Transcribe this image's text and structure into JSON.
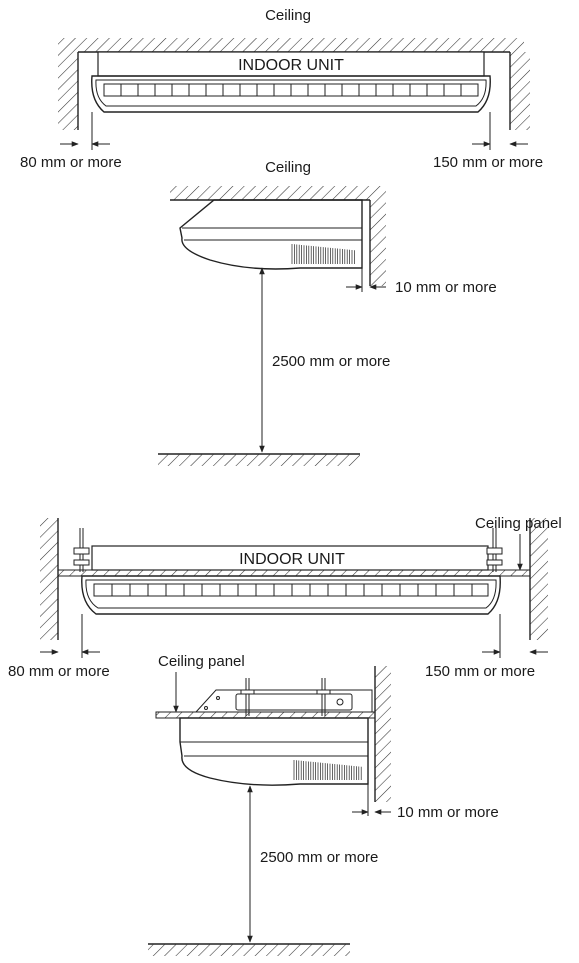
{
  "figure1": {
    "ceiling_label": "Ceiling",
    "unit_label": "INDOOR UNIT",
    "left_clearance": "80 mm or more",
    "right_clearance": "150 mm or more"
  },
  "figure2": {
    "ceiling_label": "Ceiling",
    "wall_clearance": "10 mm or more",
    "floor_clearance": "2500 mm or more"
  },
  "figure3": {
    "panel_label": "Ceiling panel",
    "unit_label": "INDOOR UNIT",
    "left_clearance": "80 mm or more",
    "right_clearance": "150 mm or more"
  },
  "figure4": {
    "panel_label": "Ceiling panel",
    "wall_clearance": "10 mm or more",
    "floor_clearance": "2500 mm or more"
  }
}
